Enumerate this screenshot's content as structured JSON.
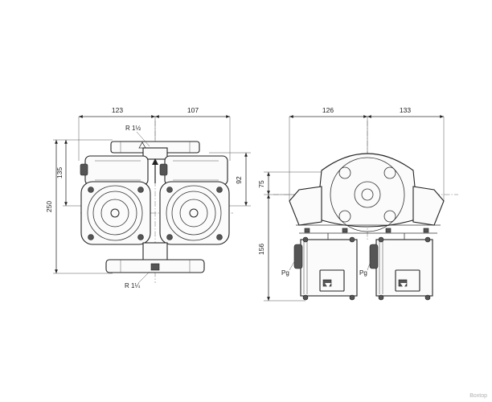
{
  "front_view": {
    "dim_width_left": "123",
    "dim_width_right": "107",
    "dim_height_total": "250",
    "dim_height_upper": "135",
    "dim_right_92": "92",
    "label_top_thread": "R 1½",
    "label_bottom_thread": "R 1¼"
  },
  "side_view": {
    "dim_width_left": "126",
    "dim_width_right": "133",
    "dim_75": "75",
    "dim_156": "156",
    "label_pg_left": "Pg",
    "label_pg_right": "Pg"
  },
  "watermark": "Boxtop",
  "icons": [
    "flow-arrow-icon",
    "warning-triangle-icon",
    "dimension-arrow-icon"
  ]
}
